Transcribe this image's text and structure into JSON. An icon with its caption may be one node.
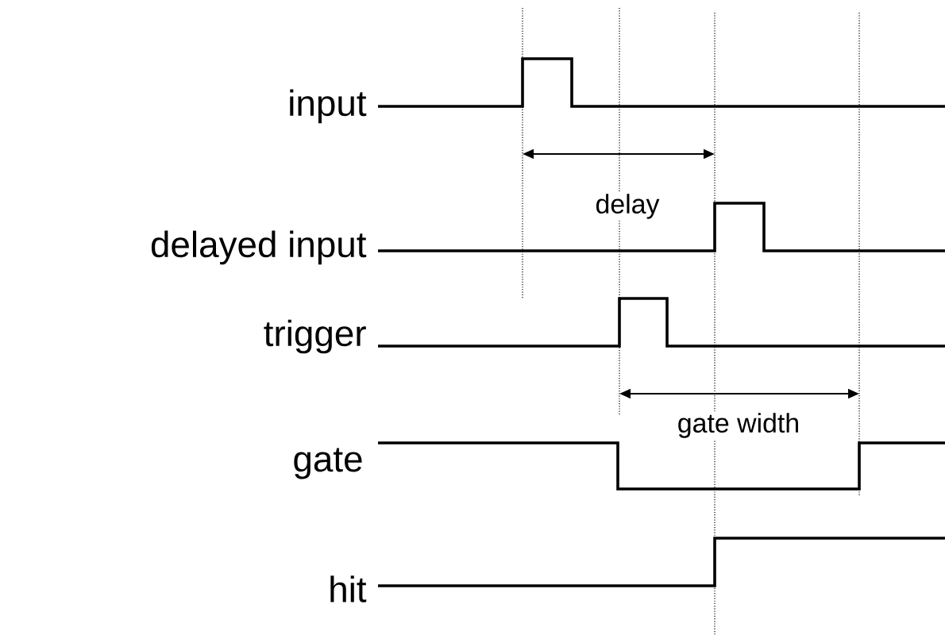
{
  "diagram": {
    "labels": [
      "input",
      "delayed input",
      "trigger",
      "gate",
      "hit",
      "delay",
      "gate width"
    ]
  }
}
